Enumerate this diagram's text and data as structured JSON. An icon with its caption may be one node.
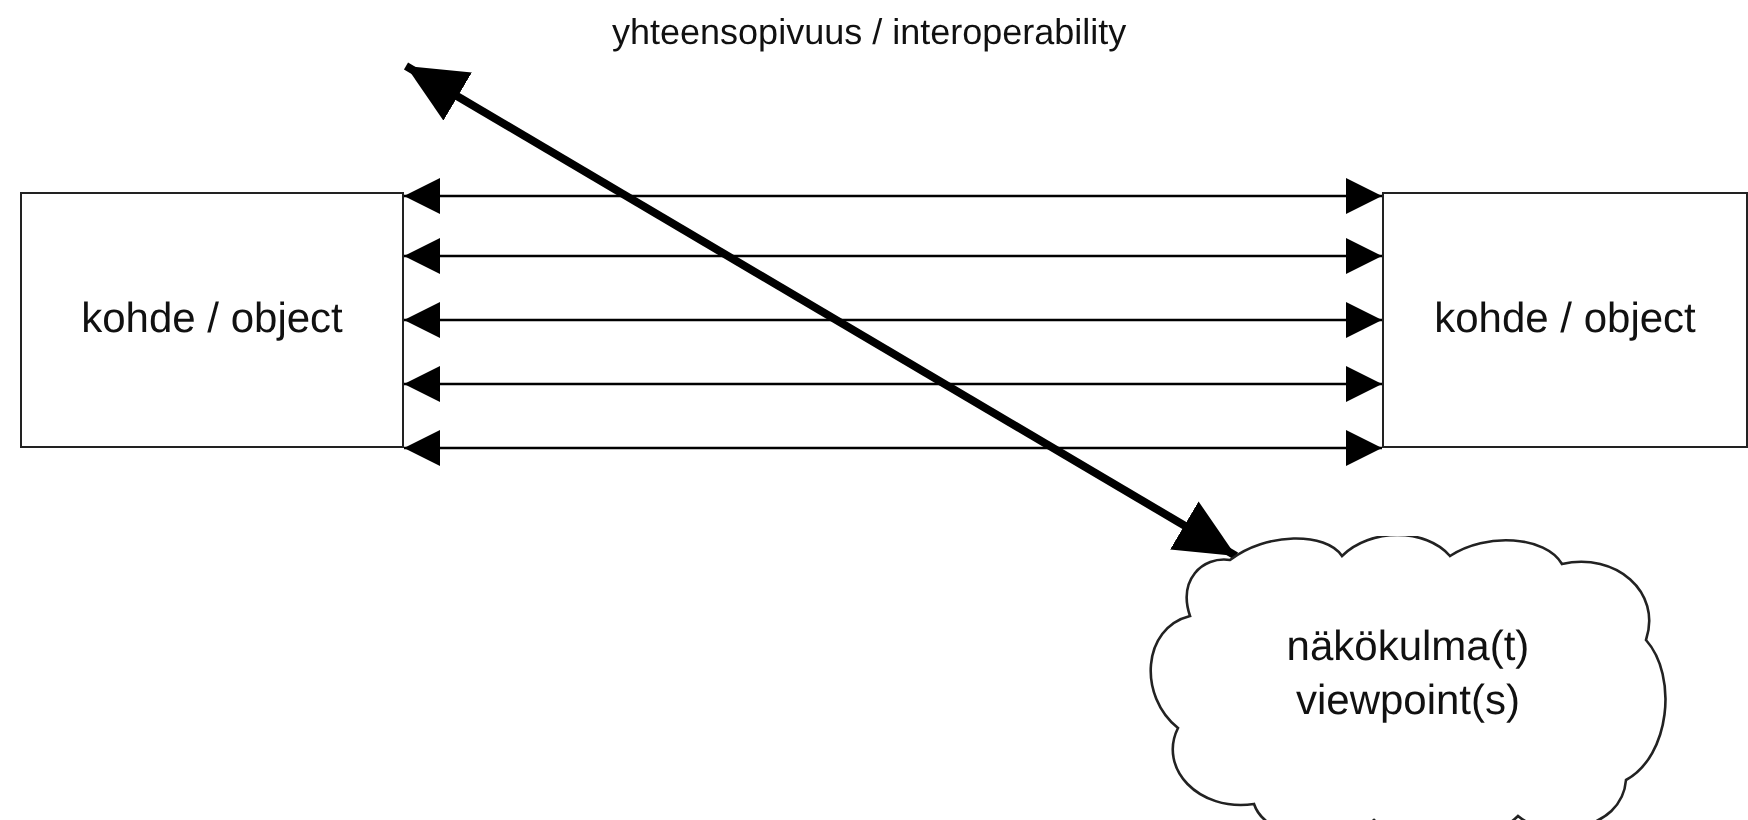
{
  "diagram": {
    "title": "yhteensopivuus / interoperability",
    "nodes": [
      {
        "text": [
          "kohde / object"
        ]
      },
      {
        "text": [
          "kohde / object"
        ]
      },
      {
        "text": [
          "näkökulma(t) viewpoint(s)"
        ]
      }
    ],
    "edges": [
      {
        "from": 0,
        "to": 1,
        "arrow": "both"
      },
      {
        "from": 0,
        "to": 1,
        "arrow": "both"
      },
      {
        "from": 0,
        "to": 1,
        "arrow": "both"
      },
      {
        "from": 0,
        "to": 1,
        "arrow": "both"
      },
      {
        "from": 0,
        "to": 1,
        "arrow": "both"
      },
      {
        "from": null,
        "to": 2,
        "arrow": "both",
        "style": "thick"
      }
    ]
  }
}
